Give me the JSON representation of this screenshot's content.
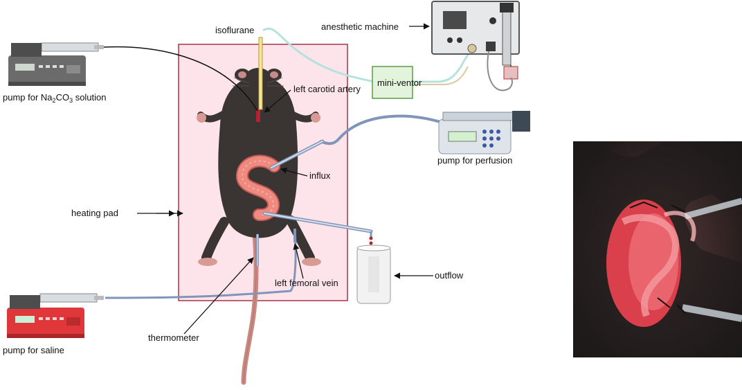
{
  "labels": {
    "isoflurane": "isoflurane",
    "anesthetic_machine": "anesthetic machine",
    "mini_ventor": "mini-ventor",
    "left_carotid_artery": "left carotid artery",
    "pump_na2co3_prefix": "pump for Na",
    "pump_na2co3_sub1": "2",
    "pump_na2co3_mid": "CO",
    "pump_na2co3_sub2": "3",
    "pump_na2co3_suffix": " solution",
    "pump_perfusion": "pump for perfusion",
    "influx": "influx",
    "heating_pad": "heating pad",
    "outflow": "outflow",
    "left_femoral_vein": "left femoral vein",
    "thermometer": "thermometer",
    "pump_saline": "pump for saline"
  },
  "colors": {
    "heating_pad_fill": "#fde4ea",
    "heating_pad_border": "#a8324a",
    "mouse_body": "#3a3532",
    "mouse_ear_inner": "#c98a8a",
    "intestine": "#e9776e",
    "tube_blue": "#7f95b9",
    "tube_cyan": "#b6e2de",
    "mini_ventor_fill": "#e2f5dc",
    "mini_ventor_border": "#5d9b47",
    "pump_saline": "#e0383a",
    "pump_grey": "#6b6b6b"
  },
  "icons": {
    "syringe_pump_top": "syringe-pump-icon",
    "syringe_pump_bottom": "syringe-pump-icon",
    "perfusion_pump": "infusion-pump-icon",
    "anesthetic_machine": "anesthesia-machine-icon",
    "beaker": "beaker-icon",
    "mouse": "mouse-icon",
    "photo": "surgery-photo-icon"
  }
}
